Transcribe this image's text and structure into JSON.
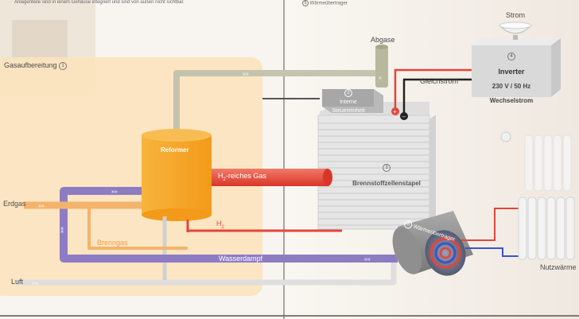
{
  "top_left_caption": "Anlagenteile sind in einem Gehäuse integriert und sind von außen nicht sichtbar.",
  "top_right_caption": "Wärmeübertrager",
  "top_right_number": "5",
  "labels": {
    "gasaufbereitung": "Gasaufbereitung",
    "gasaufbereitung_num": "1",
    "abgase": "Abgase",
    "strom": "Strom",
    "inverter_num": "4",
    "inverter": "Inverter",
    "inverter_line2": "230 V / 50 Hz",
    "inverter_line3": "Wechselstrom",
    "gleichstrom": "Gleichstrom",
    "interne_num": "2",
    "interne_line1": "Interne",
    "interne_line2": "Steuereinheit",
    "stapel_num": "3",
    "stapel": "Brennstoffzellenstapel",
    "reformer": "Reformer",
    "h2_gas_prefix": "H",
    "h2_gas_sub": "2",
    "h2_gas_suffix": "-reiches Gas",
    "h2_prefix": "H",
    "h2_sub": "2",
    "erdgas": "Erdgas",
    "brenngas": "Brenngas",
    "wasserdampf": "Wasserdampf",
    "luft": "Luft",
    "waerme_num": "5",
    "waerme": "Wärmeübertrager",
    "nutzwaerme": "Nutzwärme"
  },
  "colors": {
    "panel": "#fbe3bc",
    "reformer": "#f5a623",
    "h2_pipe": "#e2463a",
    "steam_pipe": "#8e7cc3",
    "gas_pipe": "#f4b36c",
    "air_pipe": "#dcdcdc",
    "exhaust_pipe": "#bfbfa8",
    "box": "#e4e4e4"
  }
}
